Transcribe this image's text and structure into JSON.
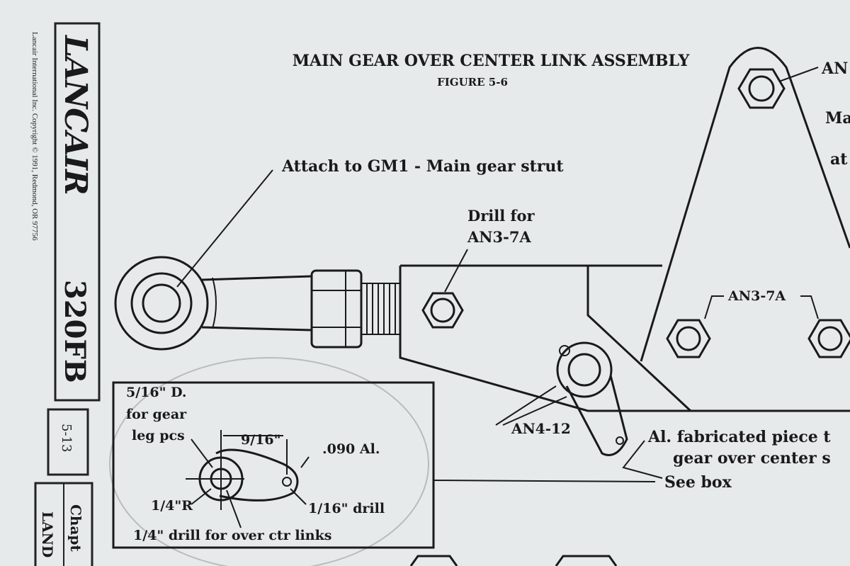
{
  "sidebar": {
    "brand_logo": "LANCAIR",
    "model": "320FB",
    "copyright": "Lancair International Inc.  Copyright © 1991, Redmond, OR 97756",
    "page_number": "5-13",
    "chapter_label": "Chapt",
    "chapter_title": "LAND"
  },
  "figure": {
    "title": "MAIN GEAR OVER CENTER LINK ASSEMBLY",
    "number": "FIGURE 5-6"
  },
  "labels": {
    "attach": "Attach to GM1 - Main gear strut",
    "drill_for": "Drill for",
    "drill_bolt": "AN3-7A",
    "plate_bolts": "AN3-7A",
    "top_bolt": "AN",
    "right_1": "Ma",
    "right_2": "at",
    "castle_nut": "AN4-12",
    "fab_1": "Al. fabricated piece t",
    "fab_2": "gear over center s",
    "see_box": "See box"
  },
  "inset": {
    "dia_1": "5/16\" D.",
    "dia_2": "for gear",
    "dia_3": "leg pcs",
    "spacing": "9/16\"",
    "material": ".090 Al.",
    "radius": "1/4\"R",
    "small_drill": "1/16\" drill",
    "link_drill": "1/4\" drill for over ctr links"
  }
}
